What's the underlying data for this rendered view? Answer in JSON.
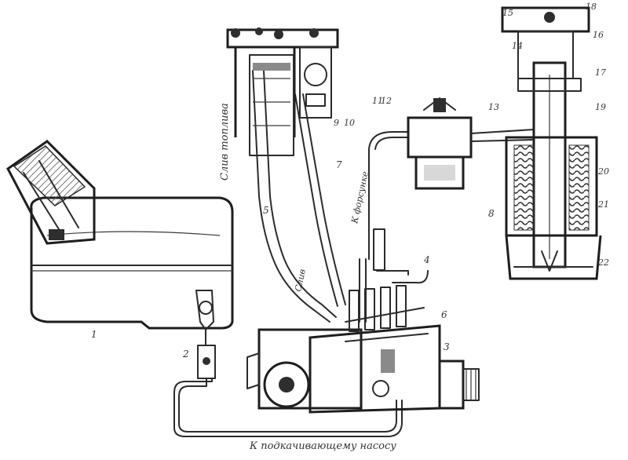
{
  "captions": {
    "bottom": "К подкачивающему насосу",
    "exhaust": "Слив топлива",
    "return_1": "Слив",
    "return_2": "К форсунке"
  },
  "labels": {
    "n1": "1",
    "n2": "2",
    "n3": "3",
    "n4": "4",
    "n5": "5",
    "n6": "6",
    "n7": "7",
    "n8": "8",
    "n9": "9",
    "n10": "10",
    "n11": "11",
    "n12": "12",
    "n13": "13",
    "n14": "14",
    "n15": "15",
    "n16": "16",
    "n17": "17",
    "n18": "18",
    "n19": "19",
    "n20": "20",
    "n21": "21",
    "n22": "22"
  }
}
